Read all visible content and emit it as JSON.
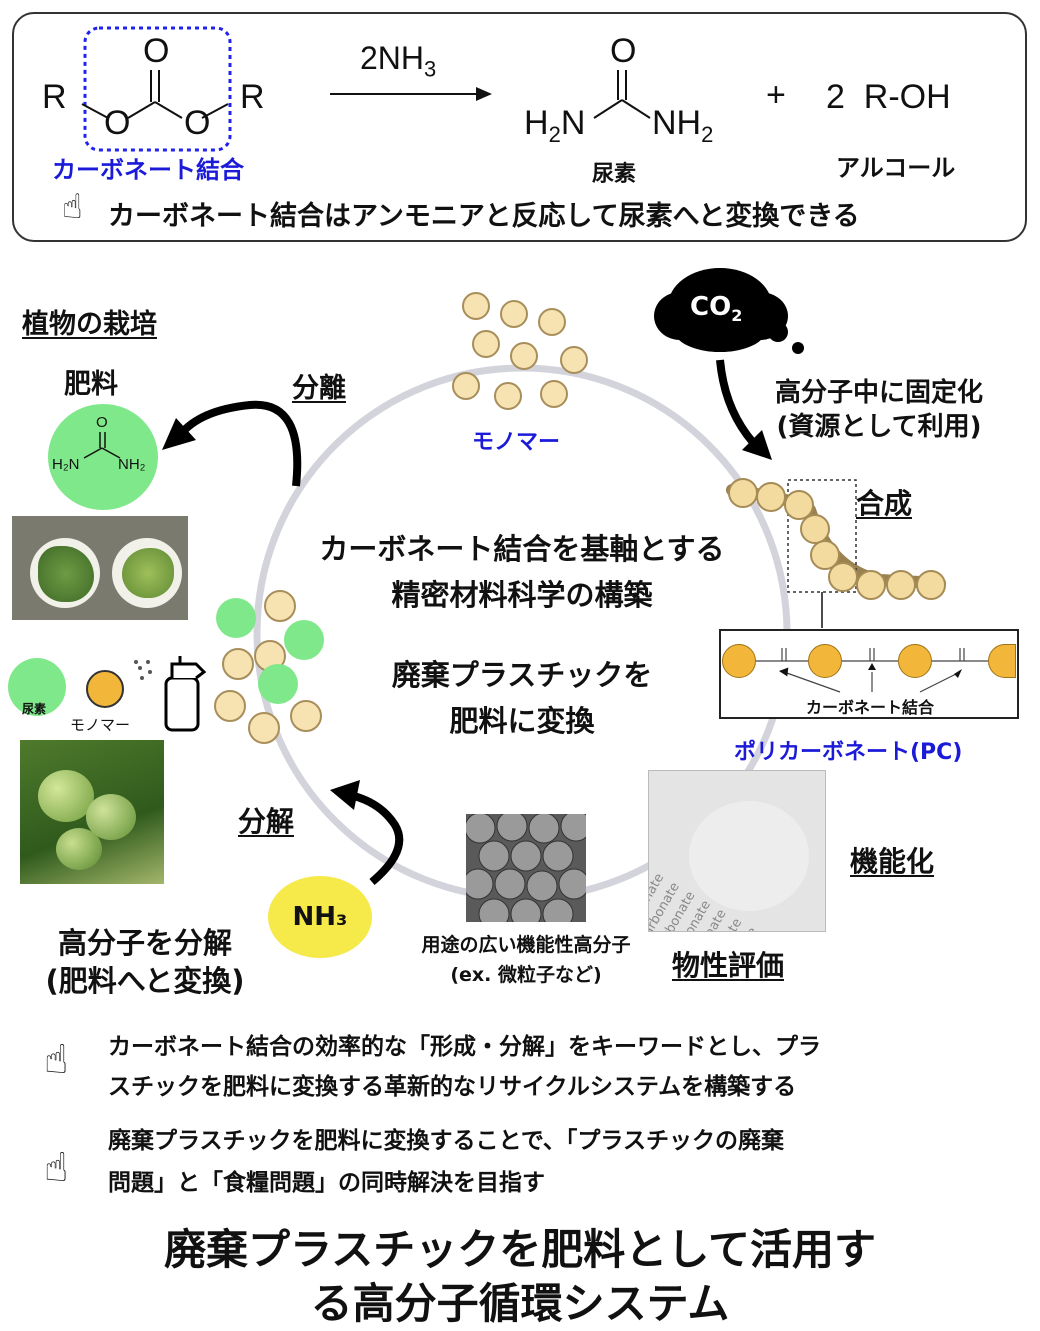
{
  "reaction": {
    "r_left": "R",
    "r_right": "R",
    "carbonyl_o": "O",
    "ester_o1": "O",
    "ester_o2": "O",
    "reagent": "2NH",
    "reagent_sub": "3",
    "urea_o": "O",
    "urea_h2n": "H",
    "urea_h2n_sub": "2",
    "urea_n": "N",
    "urea_nh2": "NH",
    "urea_nh2_sub": "2",
    "plus": "+",
    "alcohol": "2  R-OH",
    "carbonate_label": "カーボネート結合",
    "urea_label": "尿素",
    "alcohol_label": "アルコール",
    "note": "カーボネート結合はアンモニアと反応して尿素へと変換できる"
  },
  "cycle": {
    "center_line1": "カーボネート結合を基軸とする",
    "center_line2": "精密材料科学の構築",
    "center_line3": "廃棄プラスチックを",
    "center_line4": "肥料に変換",
    "monomer_label": "モノマー",
    "co2_text": "CO",
    "co2_sub": "2",
    "co2_line1": "高分子中に固定化",
    "co2_line2": "(資源として利用)",
    "synthesis": "合成",
    "pc_bond_label": "カーボネート結合",
    "pc_label": "ポリカーボネート(PC)",
    "functionalize": "機能化",
    "property": "物性評価",
    "particles_line1": "用途の広い機能性高分子",
    "particles_line2": "(ex. 微粒子など)",
    "film_text": "polycarbonate",
    "nh3": "NH₃",
    "decompose": "分解",
    "decompose_line1": "高分子を分解",
    "decompose_line2": "(肥料へと変換)",
    "spray_urea_label": "尿素",
    "spray_monomer_label": "モノマー",
    "separate": "分離",
    "plant_title": "植物の栽培",
    "fertilizer": "肥料",
    "urea_mini_o": "O",
    "urea_mini_h2n": "H₂N",
    "urea_mini_nh2": "NH₂"
  },
  "bullets": [
    {
      "line1": "カーボネート結合の効率的な「形成・分解」をキーワードとし、プラ",
      "line2": "スチックを肥料に変換する革新的なリサイクルシステムを構築する"
    },
    {
      "line1": "廃棄プラスチックを肥料に変換することで、「プラスチックの廃棄",
      "line2": "問題」と「食糧問題」の同時解決を目指す"
    }
  ],
  "title_line1": "廃棄プラスチックを肥料として活用す",
  "title_line2": "る高分子循環システム",
  "colors": {
    "blue": "#1a1ad8",
    "urea_green": "#7fe88a",
    "nh3_yellow": "#f6e94a",
    "pc_orange": "#f2b73a",
    "cycle_gray": "#d3d3dc"
  }
}
